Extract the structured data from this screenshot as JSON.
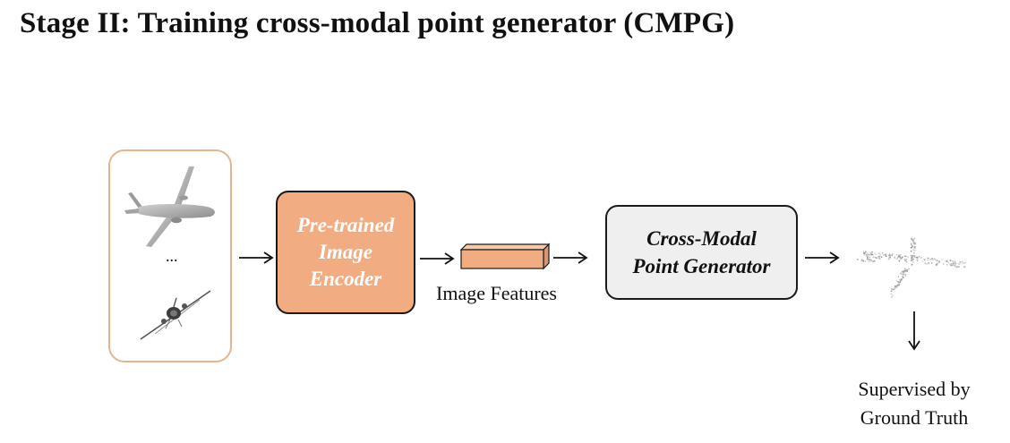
{
  "title": "Stage II: Training cross-modal point generator (CMPG)",
  "input_panel": {
    "ellipsis": "..."
  },
  "encoder": {
    "line1": "Pre-trained",
    "line2": "Image",
    "line3": "Encoder",
    "color": "#f2ac82"
  },
  "features": {
    "label": "Image Features",
    "color": "#f2ac82"
  },
  "generator": {
    "line1": "Cross-Modal",
    "line2": "Point Generator",
    "color": "#efefef"
  },
  "supervision": {
    "line1": "Supervised by",
    "line2": "Ground Truth"
  },
  "colors": {
    "panel_border": "#e3b48f",
    "arrow": "#111111"
  }
}
